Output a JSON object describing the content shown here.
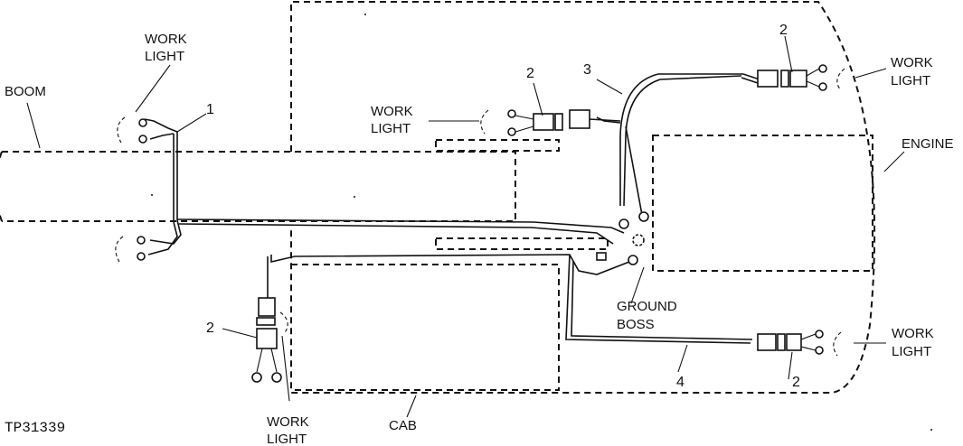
{
  "diagram": {
    "figure_code": "TP31339",
    "labels": {
      "boom": "BOOM",
      "engine": "ENGINE",
      "cab": "CAB",
      "ground_boss_line1": "GROUND",
      "ground_boss_line2": "BOSS",
      "work_light_line1": "WORK",
      "work_light_line2": "LIGHT"
    },
    "callouts": {
      "harness_1": "1",
      "connector_2": "2",
      "harness_3": "3",
      "harness_4": "4"
    }
  }
}
